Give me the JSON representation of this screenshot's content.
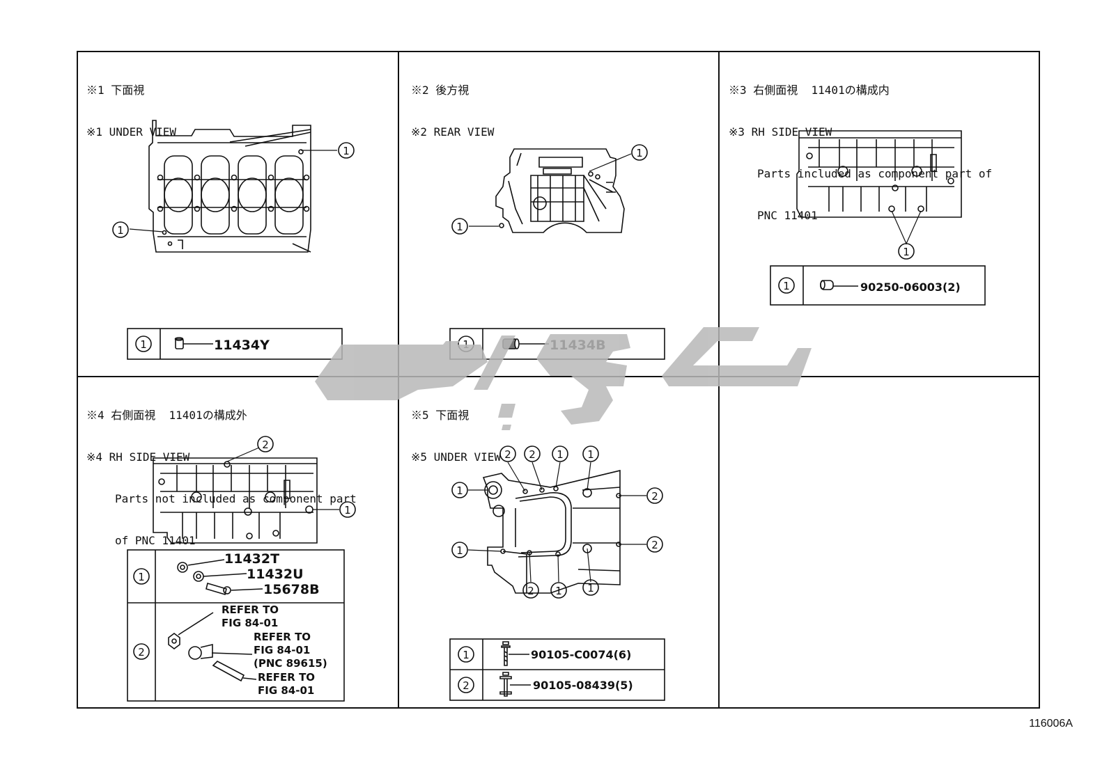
{
  "panels": [
    {
      "id": 1,
      "header_jp": "※1 下面視",
      "header_en": "※1 UNDER VIEW",
      "note_lines": [],
      "legend": [
        {
          "num": "1",
          "code": "11434Y"
        }
      ]
    },
    {
      "id": 2,
      "header_jp": "※2 後方視",
      "header_en": "※2 REAR VIEW",
      "note_lines": [],
      "legend": [
        {
          "num": "1",
          "code": "11434B"
        }
      ]
    },
    {
      "id": 3,
      "header_jp": "※3 右側面視  11401の構成内",
      "header_en": "※3 RH SIDE VIEW",
      "note_lines": [
        "Parts included as component part of",
        "PNC 11401"
      ],
      "legend": [
        {
          "num": "1",
          "code": "90250-06003(2)"
        }
      ]
    },
    {
      "id": 4,
      "header_jp": "※4 右側面視  11401の構成外",
      "header_en": "※4 RH SIDE VIEW",
      "note_lines": [
        "Parts not included as component part",
        "of PNC 11401"
      ],
      "legend": [
        {
          "num": "1",
          "codes": [
            "11432T",
            "11432U",
            "15678B"
          ]
        },
        {
          "num": "2",
          "refs": [
            [
              "REFER TO",
              "FIG 84-01"
            ],
            [
              "REFER TO",
              "FIG 84-01",
              "(PNC 89615)"
            ],
            [
              "REFER TO",
              "FIG 84-01"
            ]
          ]
        }
      ]
    },
    {
      "id": 5,
      "header_jp": "※5 下面視",
      "header_en": "※5 UNDER VIEW",
      "note_lines": [],
      "legend": [
        {
          "num": "1",
          "code": "90105-C0074(6)"
        },
        {
          "num": "2",
          "code": "90105-08439(5)"
        }
      ]
    }
  ],
  "figure_id": "116006A",
  "watermark_color": "#b8b8b8"
}
